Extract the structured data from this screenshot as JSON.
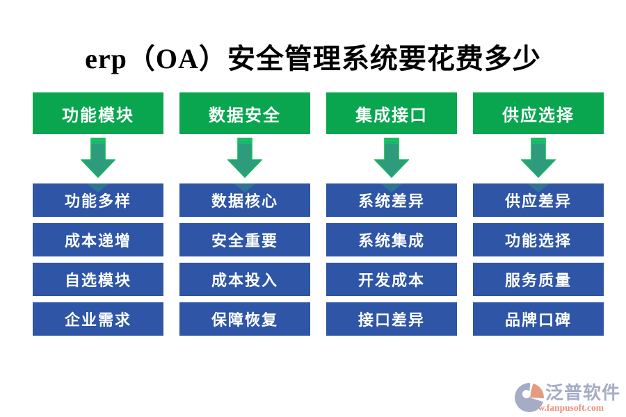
{
  "title": "erp（OA）安全管理系统要花费多少",
  "columns": [
    {
      "header": "功能模块",
      "items": [
        "功能多样",
        "成本递增",
        "自选模块",
        "企业需求"
      ]
    },
    {
      "header": "数据安全",
      "items": [
        "数据核心",
        "安全重要",
        "成本投入",
        "保障恢复"
      ]
    },
    {
      "header": "集成接口",
      "items": [
        "系统差异",
        "系统集成",
        "开发成本",
        "接口差异"
      ]
    },
    {
      "header": "供应选择",
      "items": [
        "供应差异",
        "功能选择",
        "服务质量",
        "品牌口碑"
      ]
    }
  ],
  "footer": {
    "brand": "泛普软件",
    "url": "www.fanpusoft.com"
  },
  "colors": {
    "header_green": "#09A64F",
    "arrow_fill": "#2F9B7D",
    "arrow_outline": "#10BA5C",
    "item_blue": "#2E55A6",
    "brand_gray": "#A5ACC5",
    "brand_salmon": "#E9907B"
  }
}
